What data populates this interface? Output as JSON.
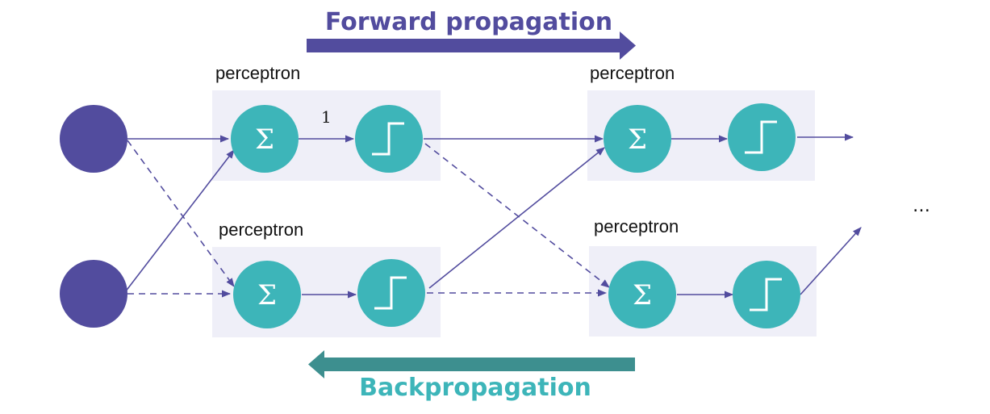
{
  "titles": {
    "forward": "Forward propagation",
    "backward": "Backpropagation"
  },
  "perceptron_label": "perceptron",
  "sum_symbol": "Σ",
  "weight_label": "1",
  "ellipsis": "…",
  "colors": {
    "input_node": "#524c9e",
    "neuron": "#3db5b9",
    "box": "#efeff8",
    "edge": "#524c9e",
    "forward_arrow": "#524c9e",
    "forward_text": "#524c9e",
    "backward_arrow": "#3d8f8f",
    "backward_text": "#3db5b9"
  },
  "icons": {
    "sum": "sigma-icon",
    "activation": "step-function-icon"
  }
}
